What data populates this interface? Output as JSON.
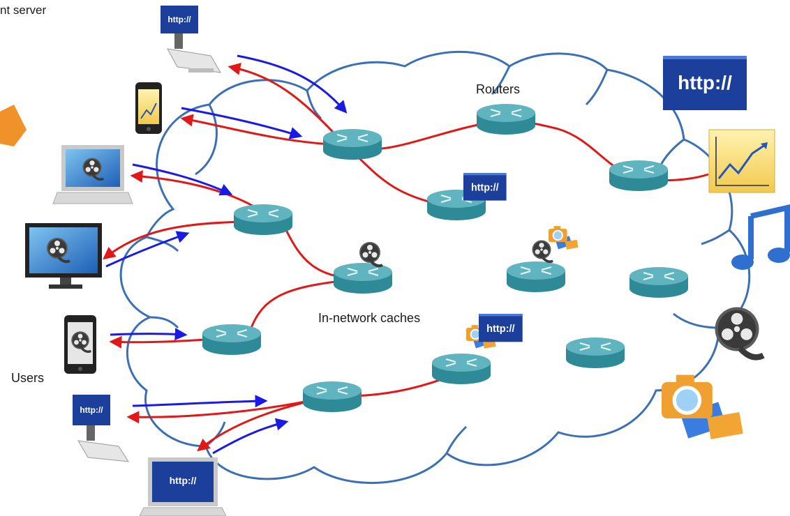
{
  "labels": {
    "content_server": "nt server",
    "routers": "Routers",
    "in_network_caches": "In-network caches",
    "users": "Users"
  },
  "http_badge_text": "http://",
  "colors": {
    "cloud_outline": "#3b6fb6",
    "request_arrow": "#1a1ae6",
    "response_path": "#e01818",
    "router_body": "#2e8a96",
    "router_top": "#5fb4bf",
    "http_badge": "#1d3f9c",
    "orange_arrow": "#f0922a",
    "music_note": "#2f6fd0"
  },
  "icons": {
    "users": [
      "desktop-http-icon",
      "smartphone-chart-icon",
      "laptop-video-icon",
      "monitor-video-icon",
      "smartphone-video-icon",
      "desktop-http-icon",
      "laptop-http-icon"
    ],
    "routers": "router-icon",
    "caches": [
      "video-reel-icon",
      "camera-photo-icon",
      "http-badge-icon"
    ],
    "server_content": [
      "http-badge-icon",
      "chart-icon",
      "music-note-icon",
      "film-reel-icon",
      "camera-photo-icon"
    ]
  }
}
